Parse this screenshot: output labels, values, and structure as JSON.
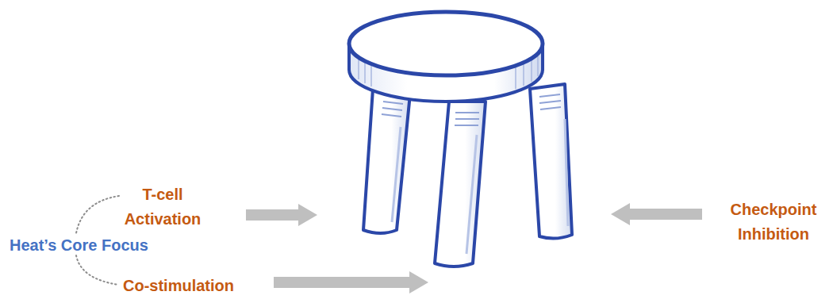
{
  "diagram": {
    "labels": [
      "T-cell Activation",
      "Heat’s Core Focus",
      "Co-stimulation",
      "Checkpoint Inhibition"
    ]
  }
}
